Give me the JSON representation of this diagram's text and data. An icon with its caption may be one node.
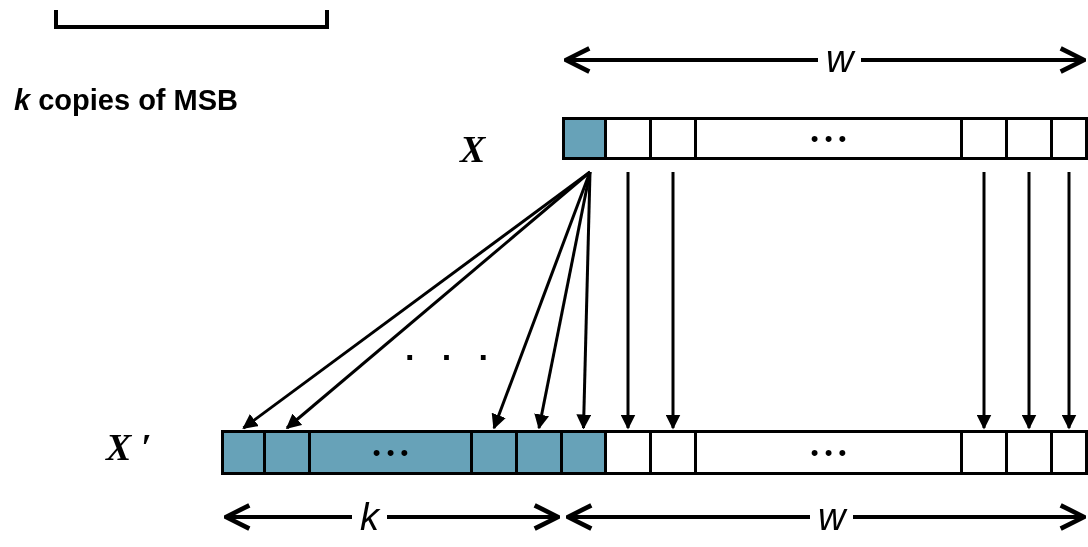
{
  "diagram": {
    "nodes": [
      {
        "text": [],
        "shape": "box"
      },
      {
        "text": [],
        "shape": "box"
      },
      {
        "text": [],
        "shape": "box"
      },
      {
        "text": [
          "• • •"
        ]
      },
      {
        "text": [],
        "shape": "box"
      },
      {
        "text": [],
        "shape": "box"
      },
      {
        "text": [],
        "shape": "box"
      },
      {
        "text": [],
        "shape": "box"
      },
      {
        "text": [],
        "shape": "box"
      },
      {
        "text": [
          "• • •"
        ]
      },
      {
        "text": [],
        "shape": "box"
      },
      {
        "text": [],
        "shape": "box"
      },
      {
        "text": [],
        "shape": "box"
      },
      {
        "text": [],
        "shape": "box"
      },
      {
        "text": [],
        "shape": "box"
      },
      {
        "text": [
          "• • •"
        ]
      },
      {
        "text": [],
        "shape": "box"
      },
      {
        "text": [],
        "shape": "box"
      },
      {
        "text": [],
        "shape": "box"
      }
    ],
    "edges": [
      {
        "from": 0,
        "to": 7,
        "arrow": "to"
      },
      {
        "from": 0,
        "to": 8,
        "arrow": "to"
      },
      {
        "from": 0,
        "to": 10,
        "arrow": "to"
      },
      {
        "from": 0,
        "to": 11,
        "arrow": "to"
      },
      {
        "from": 0,
        "to": 12,
        "arrow": "to"
      },
      {
        "from": 1,
        "to": 13,
        "arrow": "to"
      },
      {
        "from": 2,
        "to": 14,
        "arrow": "to"
      },
      {
        "from": 4,
        "to": 16,
        "arrow": "to"
      },
      {
        "from": 5,
        "to": 17,
        "arrow": "to"
      },
      {
        "from": 6,
        "to": 18,
        "arrow": "to"
      }
    ],
    "labels": [
      "*k* copies of MSB",
      "w",
      "X",
      "· · ·",
      "X ′",
      "k",
      "w"
    ]
  }
}
